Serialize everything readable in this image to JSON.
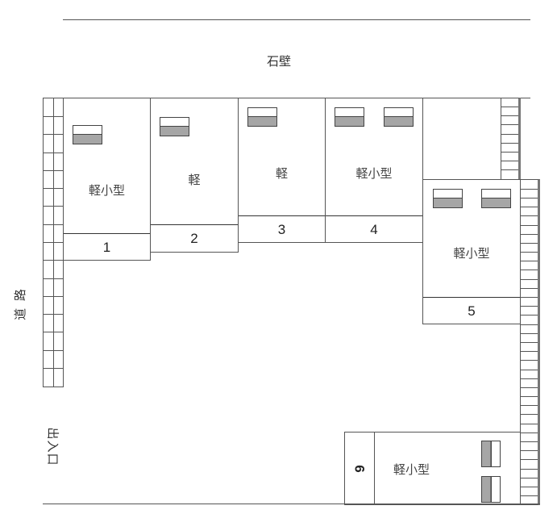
{
  "header": {
    "wall_label": "石壁"
  },
  "side_labels": {
    "road": "道 路",
    "entrance": "出入口"
  },
  "spaces": [
    {
      "number": "1",
      "type": "軽小型",
      "cars": 1
    },
    {
      "number": "2",
      "type": "軽",
      "cars": 1
    },
    {
      "number": "3",
      "type": "軽",
      "cars": 1
    },
    {
      "number": "4",
      "type": "軽小型",
      "cars": 2
    },
    {
      "number": "5",
      "type": "軽小型",
      "cars": 2
    },
    {
      "number": "6",
      "type": "軽小型",
      "cars": 2
    }
  ],
  "colors": {
    "line": "#555555",
    "car_fill": "#a6a6a6",
    "background": "#ffffff"
  }
}
